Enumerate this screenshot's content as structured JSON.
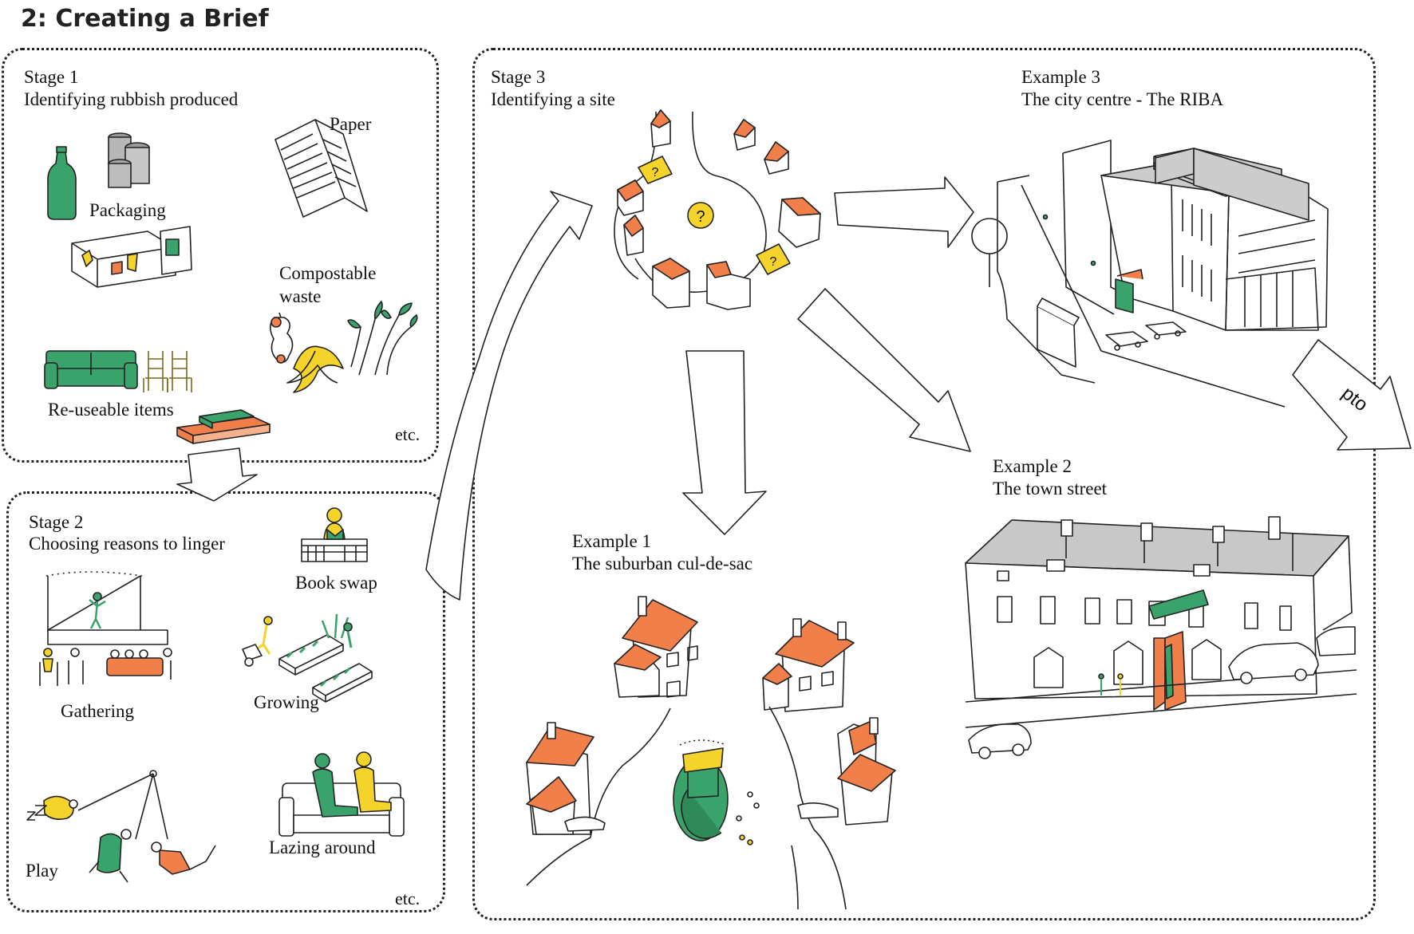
{
  "header": {
    "title": "2: Creating a Brief"
  },
  "stage1": {
    "heading": "Stage 1",
    "subheading": "Identifying rubbish produced",
    "items": {
      "paper": "Paper",
      "packaging": "Packaging",
      "compostable_line1": "Compostable",
      "compostable_line2": "waste",
      "reuseable": "Re-useable items",
      "etc": "etc."
    }
  },
  "stage2": {
    "heading": "Stage 2",
    "subheading": "Choosing reasons to linger",
    "items": {
      "book_swap": "Book swap",
      "gathering": "Gathering",
      "growing": "Growing",
      "play": "Play",
      "lazing": "Lazing around",
      "etc": "etc."
    }
  },
  "stage3": {
    "heading": "Stage 3",
    "subheading": "Identifying a site",
    "site_marker": "?"
  },
  "examples": [
    {
      "heading": "Example 1",
      "subheading": "The suburban cul-de-sac"
    },
    {
      "heading": "Example 2",
      "subheading": "The town street"
    },
    {
      "heading": "Example 3",
      "subheading": "The city centre - The RIBA"
    }
  ],
  "pto_label": "pto",
  "colors": {
    "accent_orange": "#f07f4a",
    "accent_green": "#3aa36b",
    "accent_yellow": "#f4d32a",
    "roof_grey": "#c8c8c8",
    "frame": "#222222"
  }
}
